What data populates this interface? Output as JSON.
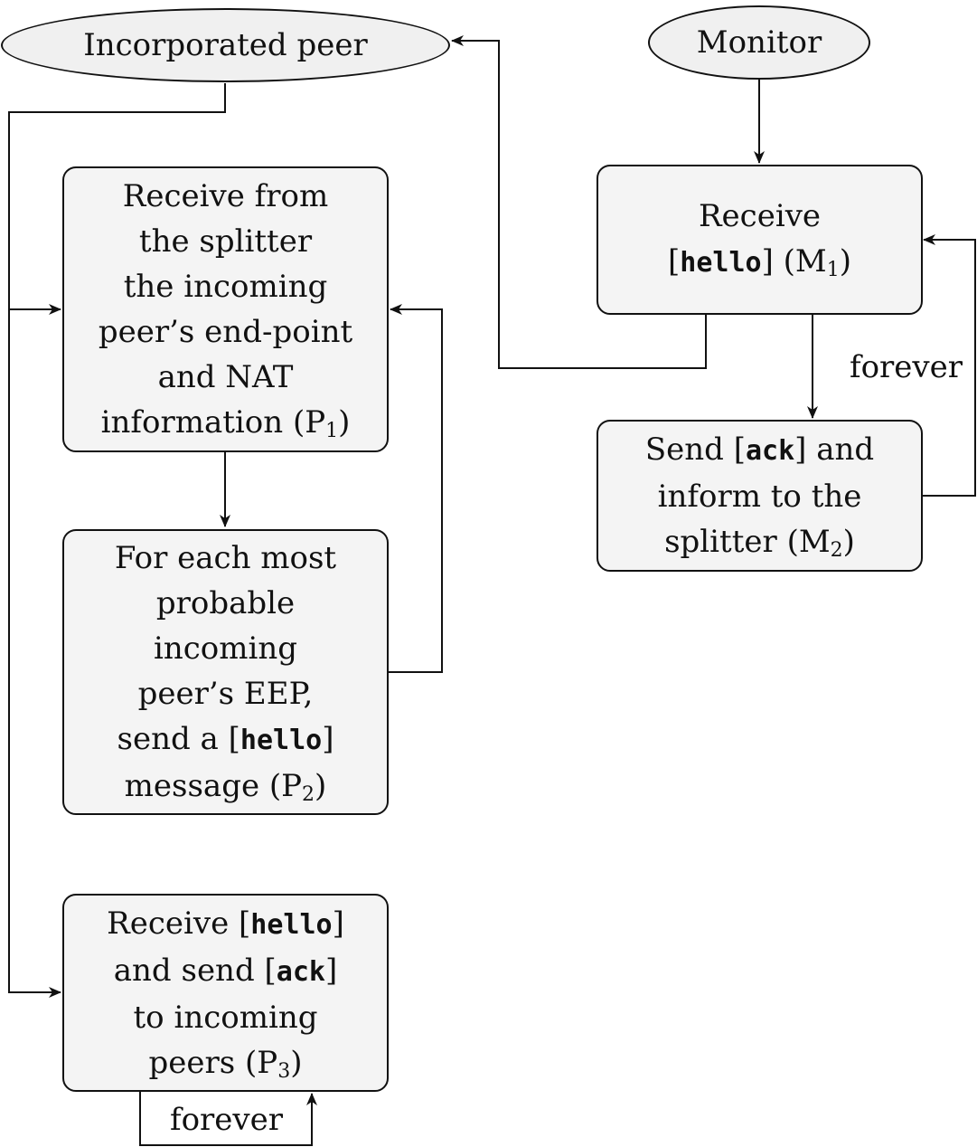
{
  "nodes": {
    "incorporated_peer": "Incorporated peer",
    "monitor": "Monitor",
    "p1": {
      "lines": [
        "Receive from",
        "the splitter",
        "the incoming",
        "peer’s end-point",
        "and NAT"
      ],
      "last_prefix": "information (P",
      "sub": "1",
      "suffix": ")"
    },
    "p2": {
      "lines": [
        "For each most",
        "probable",
        "incoming",
        "peer’s EEP,"
      ],
      "send_prefix": "send a [",
      "msg": "hello",
      "send_suffix": "]",
      "last_prefix": "message (P",
      "sub": "2",
      "suffix": ")"
    },
    "p3": {
      "l1_prefix": "Receive [",
      "l1_msg": "hello",
      "l1_suffix": "]",
      "l2_prefix": "and send [",
      "l2_msg": "ack",
      "l2_suffix": "]",
      "l3": "to incoming",
      "l4_prefix": "peers (P",
      "sub": "3",
      "suffix": ")"
    },
    "m1": {
      "l1": "Receive",
      "l2_prefix": "[",
      "l2_msg": "hello",
      "l2_mid": "] (M",
      "sub": "1",
      "suffix": ")"
    },
    "m2": {
      "l1_prefix": "Send [",
      "l1_msg": "ack",
      "l1_suffix": "] and",
      "l2": "inform to the",
      "l3_prefix": "splitter (M",
      "sub": "2",
      "suffix": ")"
    }
  },
  "labels": {
    "forever_monitor": "forever",
    "forever_peer": "forever"
  }
}
